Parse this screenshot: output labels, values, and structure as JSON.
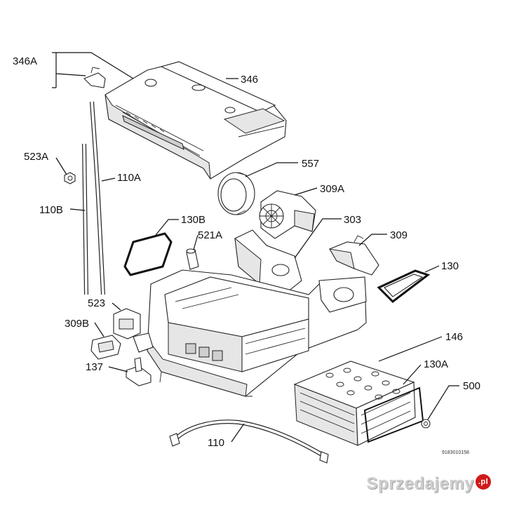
{
  "labels": {
    "l346A": "346A",
    "l346": "346",
    "l523A": "523A",
    "l110A": "110A",
    "l557": "557",
    "l309A": "309A",
    "l110B": "110B",
    "l130B": "130B",
    "l521A": "521A",
    "l303": "303",
    "l309": "309",
    "l130": "130",
    "l523": "523",
    "l309B": "309B",
    "l146": "146",
    "l137": "137",
    "l130A": "130A",
    "l500": "500",
    "l110": "110"
  },
  "reference_code": "9183010158",
  "watermark": {
    "text": "Sprzedajemy",
    "suffix": ".pl"
  }
}
